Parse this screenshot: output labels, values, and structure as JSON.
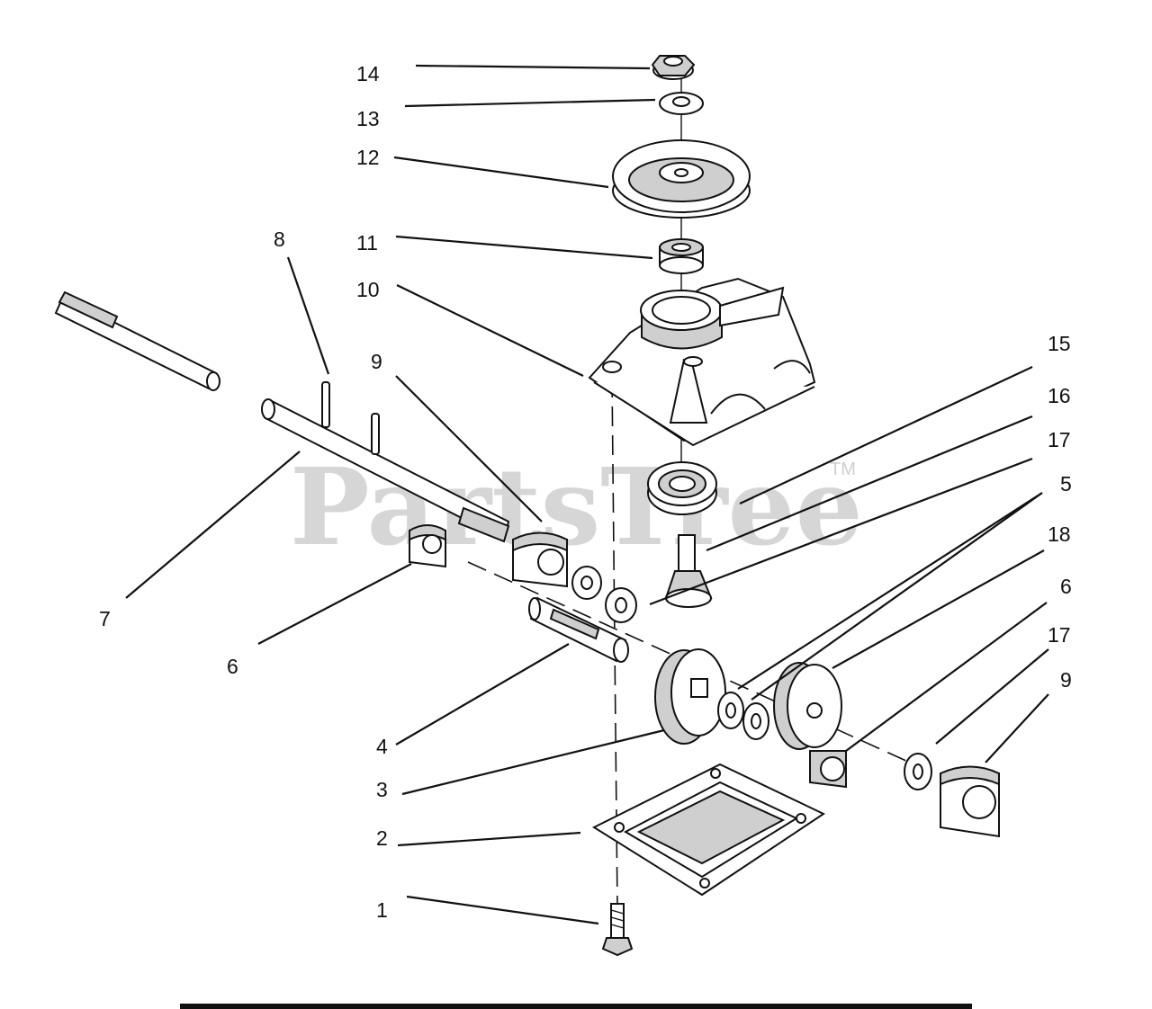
{
  "watermark": {
    "text": "PartsTree",
    "tm": "TM"
  },
  "callouts": [
    "14",
    "13",
    "12",
    "11",
    "8",
    "10",
    "9",
    "15",
    "16",
    "17",
    "5",
    "18",
    "6",
    "7",
    "6",
    "17",
    "9",
    "4",
    "3",
    "2",
    "1"
  ]
}
